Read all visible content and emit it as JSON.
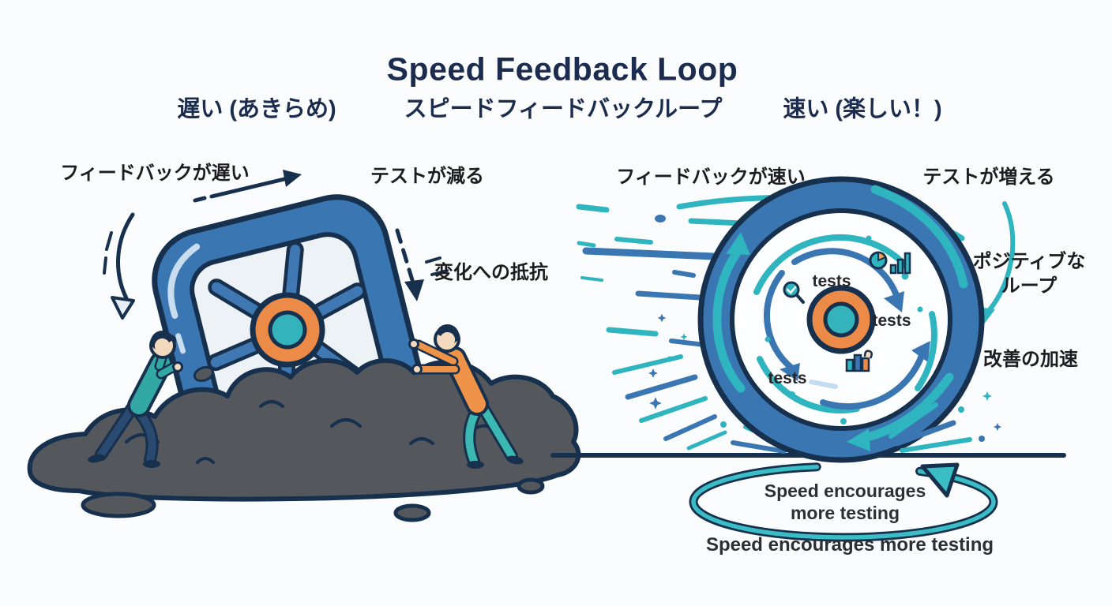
{
  "title": "Speed Feedback Loop",
  "subtitles": {
    "slow": "遅い (あきらめ)",
    "center": "スピードフィードバックループ",
    "fast": "速い (楽しい！)"
  },
  "slow_side": {
    "feedback_label": "フィードバックが遅い",
    "tests_label": "テストが減る",
    "resistance_label": "変化への抵抗"
  },
  "fast_side": {
    "feedback_label": "フィードバックが速い",
    "tests_label": "テストが増える",
    "positive_loop_line1": "ポジティブな",
    "positive_loop_line2": "ループ",
    "acceleration_label": "改善の加速",
    "wheel_tests": [
      "tests",
      "tests",
      "tests"
    ],
    "loop_caption_line1": "Speed encourages",
    "loop_caption_line2": "more testing",
    "bottom_caption": "Speed encourages more testing"
  },
  "colors": {
    "navy_outline": "#16304d",
    "title_navy": "#1b2c4f",
    "wheel_blue": "#3a76b2",
    "teal": "#2fb5bf",
    "hub_orange": "#ec8b47",
    "hub_teal": "#35b3bc",
    "mud_gray": "#54585c",
    "text_dark": "#1d1d1f",
    "background": "#fbfcfd"
  },
  "icons": [
    "square-wheel-icon",
    "circular-wheel-icon",
    "magnifier-check-icon",
    "pie-and-bars-icon",
    "thumbs-up-bars-icon",
    "loop-arrow-icon",
    "speed-lines",
    "sparkles",
    "mud-puddle",
    "pushing-person-left",
    "pushing-person-right"
  ]
}
